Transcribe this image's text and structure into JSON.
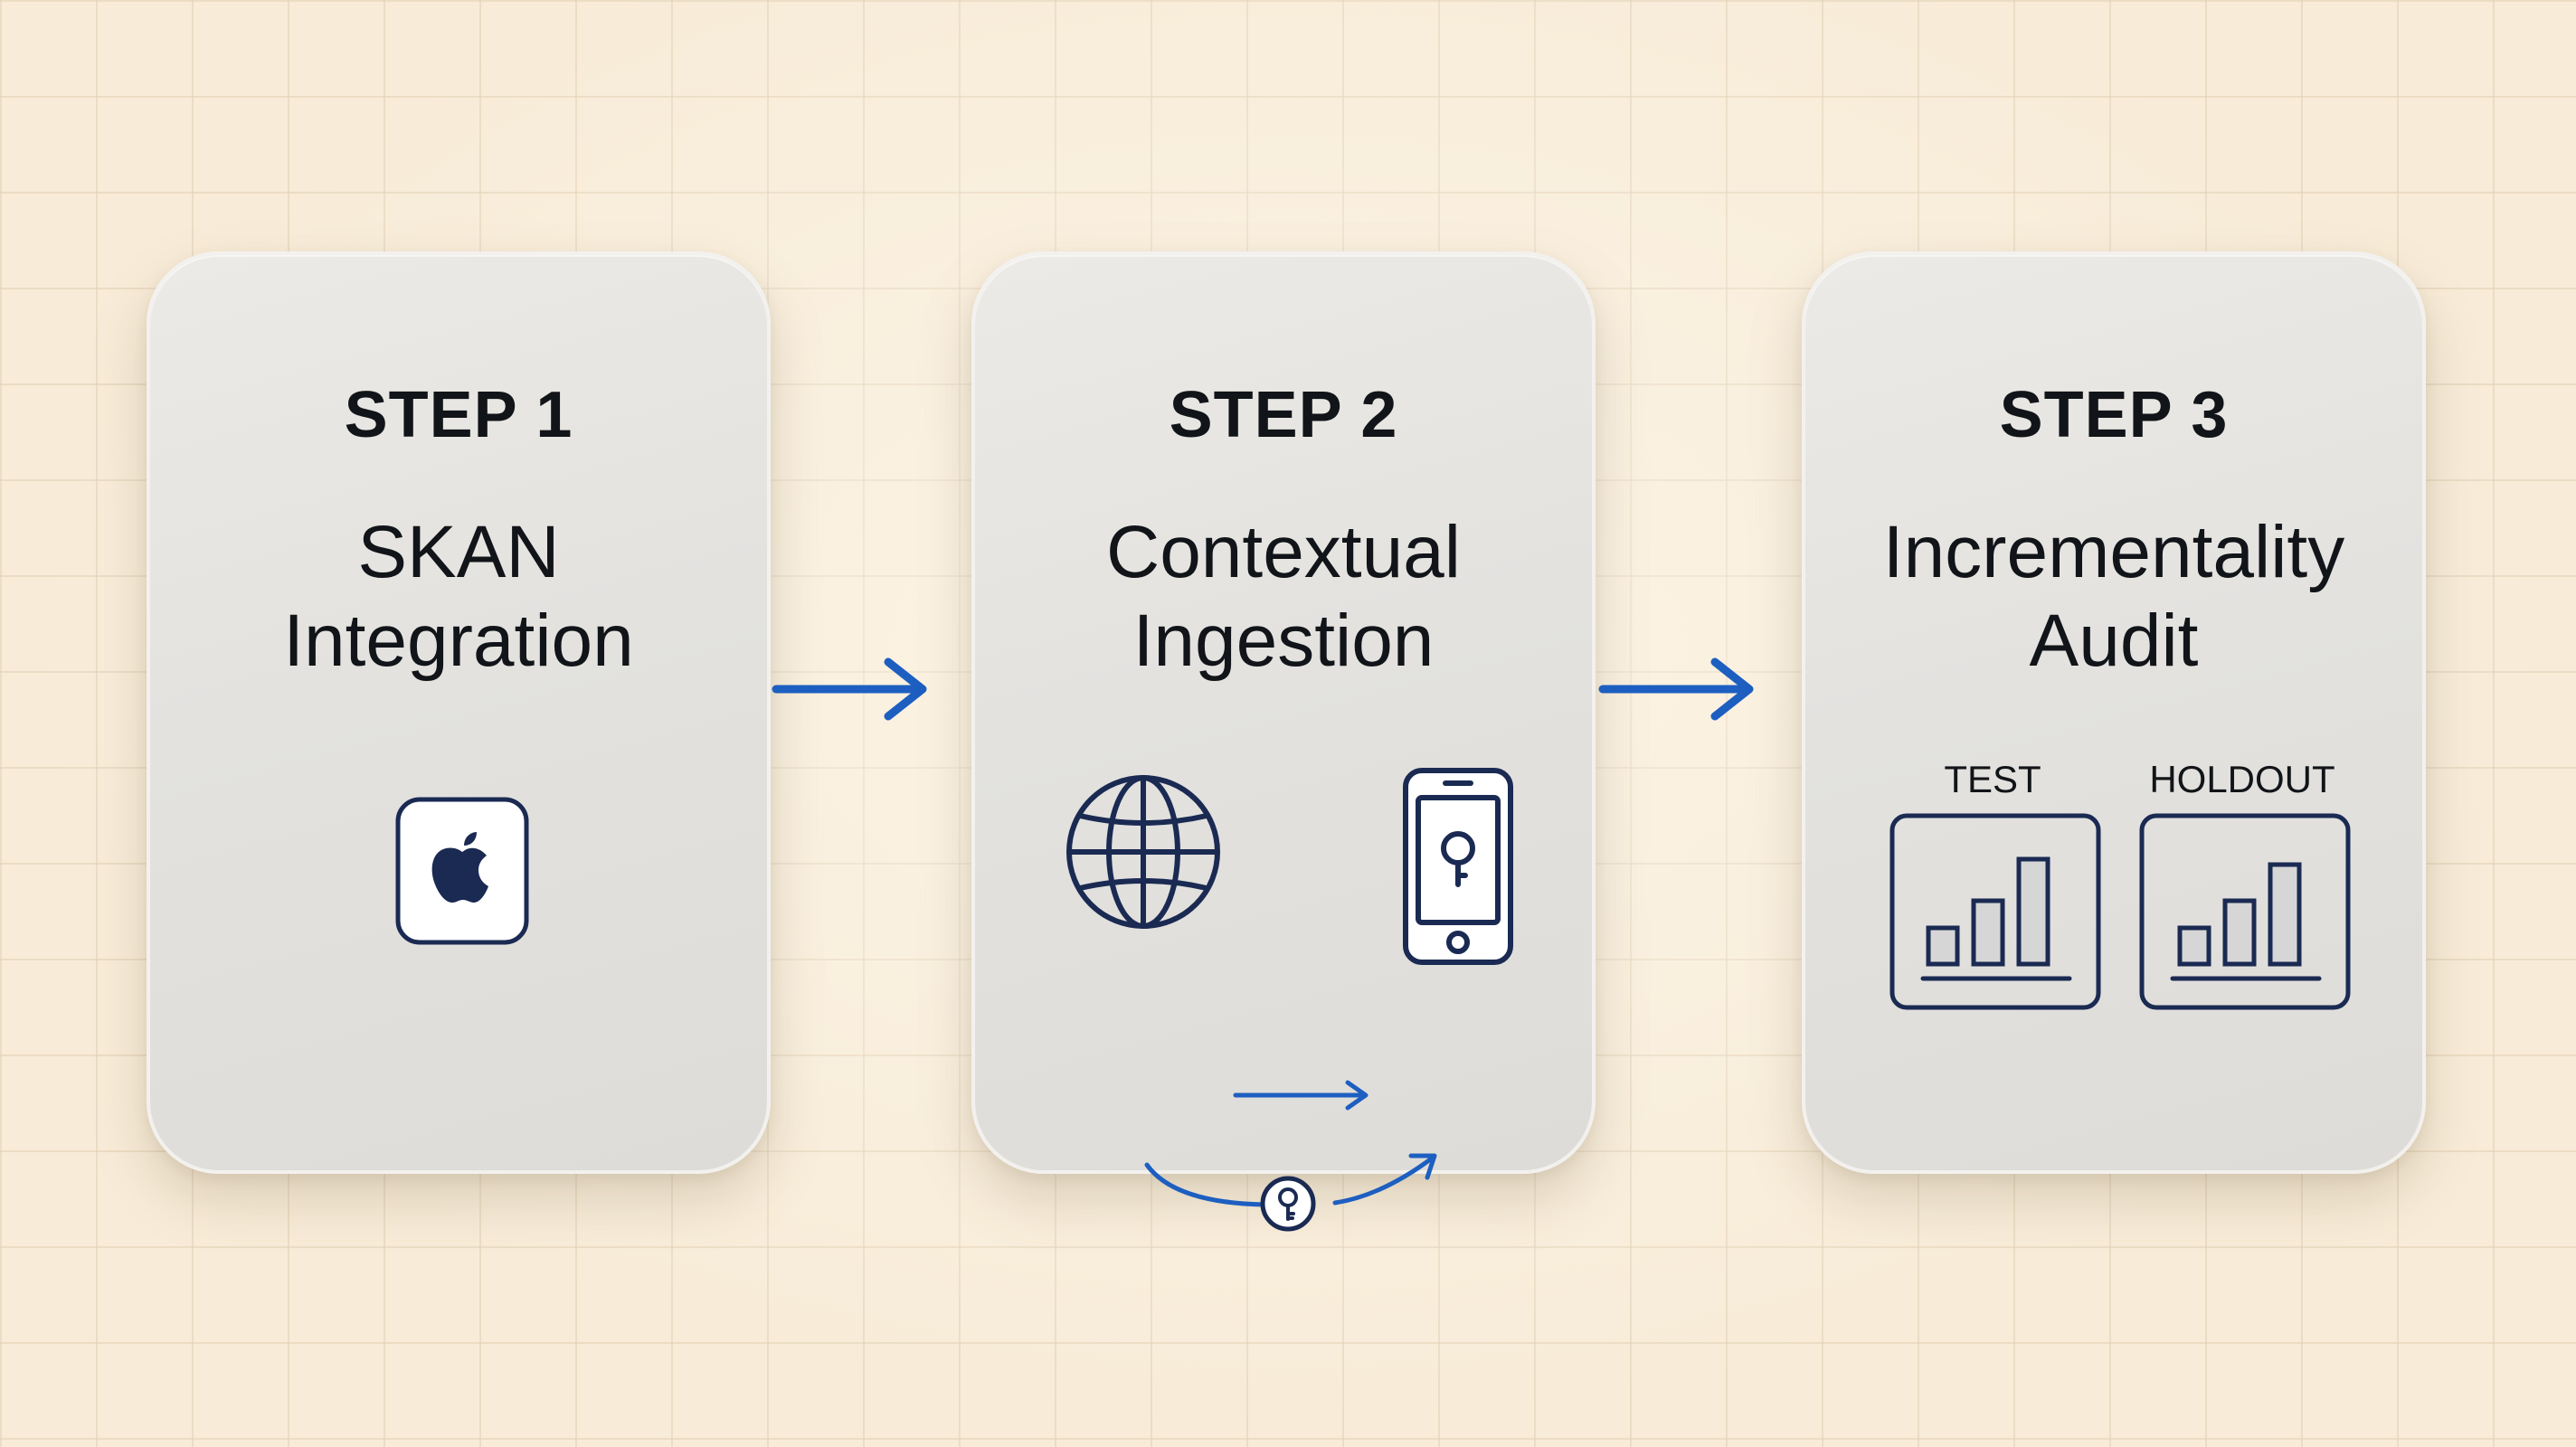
{
  "steps": [
    {
      "label": "STEP 1",
      "title_lines": [
        "SKAN",
        "Integration"
      ]
    },
    {
      "label": "STEP 2",
      "title_lines": [
        "Contextual",
        "Ingestion"
      ]
    },
    {
      "label": "STEP 3",
      "title_lines": [
        "Incrementality",
        "Audit"
      ],
      "panels": {
        "test": "TEST",
        "holdout": "HOLDOUT"
      }
    }
  ],
  "colors": {
    "accent": "#1d5fc0",
    "ink": "#1a2a52",
    "text": "#111418"
  },
  "icons": [
    "apple-logo-icon",
    "globe-icon",
    "key-icon",
    "smartphone-lock-icon",
    "bar-chart-icon"
  ]
}
